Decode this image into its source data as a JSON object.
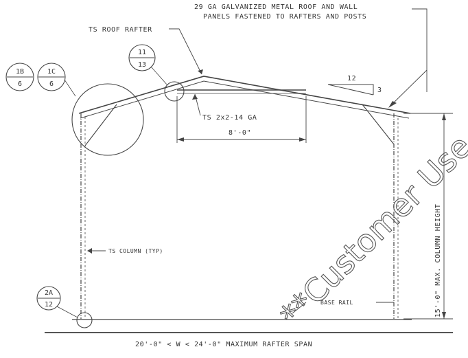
{
  "labels": {
    "roof_panels_line1": "29 GA GALVANIZED METAL ROOF AND WALL",
    "roof_panels_line2": "PANELS FASTENED TO RAFTERS AND POSTS",
    "roof_rafter": "TS ROOF RAFTER",
    "brace": "TS 2x2-14 GA",
    "brace_length": "8'-0\"",
    "pitch_run": "12",
    "pitch_rise": "3",
    "column": "TS COLUMN (TYP)",
    "base_rail": "BASE RAIL",
    "column_height": "15'-0\" MAX. COLUMN HEIGHT",
    "span": "20'-0\" < W < 24'-0\" MAXIMUM RAFTER SPAN"
  },
  "detail_callouts": [
    {
      "top": "1B",
      "bottom": "6"
    },
    {
      "top": "1C",
      "bottom": "6"
    },
    {
      "top": "11",
      "bottom": "13"
    },
    {
      "top": "2A",
      "bottom": "12"
    }
  ],
  "watermark": "**Customer Use Only**"
}
